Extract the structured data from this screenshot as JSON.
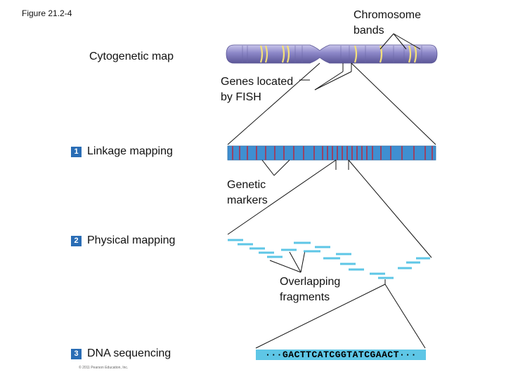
{
  "figure_label": "Figure 21.2-4",
  "labels": {
    "chromosome_bands": [
      "Chromosome",
      "bands"
    ],
    "cytogenetic_map": "Cytogenetic map",
    "genes_fish": [
      "Genes located",
      "by FISH"
    ],
    "genetic_markers": [
      "Genetic",
      "markers"
    ],
    "overlapping_fragments": [
      "Overlapping",
      "fragments"
    ]
  },
  "steps": [
    {
      "number": "1",
      "label": "Linkage mapping"
    },
    {
      "number": "2",
      "label": "Physical mapping"
    },
    {
      "number": "3",
      "label": "DNA sequencing"
    }
  ],
  "dna_sequence": "···GACTTCATCGGTATCGAACT···",
  "copyright": "© 2011 Pearson Education, Inc.",
  "colors": {
    "chromosome": "#8b86c7",
    "chromosome_band": "#f4e07a",
    "linkage_bar": "#3f8fd1",
    "linkage_marker": "#b0304a",
    "fragment": "#5ec6e6",
    "step_badge": "#2a6db5"
  }
}
